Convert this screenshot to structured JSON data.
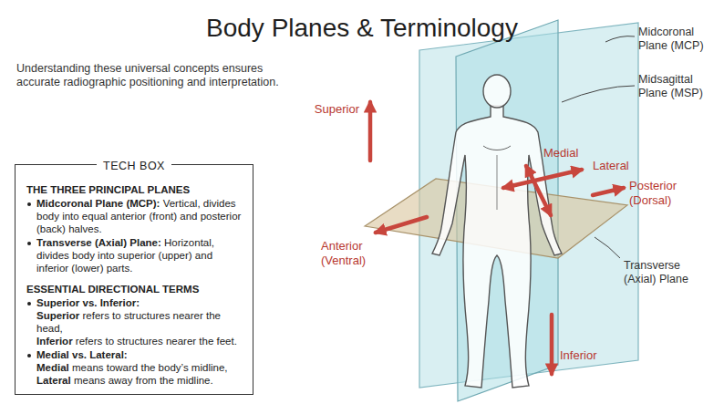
{
  "diagram": {
    "title": "Body Planes & Terminology",
    "nodes": [
      {
        "text": [
          "TECH BOX",
          "THE THREE PRINCIPAL PLANES",
          "Midcoronal Plane (MCP):",
          "Vertical, divides body into equal anterior (front) and posterior (back) halves.",
          "Transverse (Axial) Plane:",
          "Horizontal, divides body into superior (upper) and inferior (lower) parts.",
          "ESSENTIAL DIRECTIONAL TERMS",
          "Superior vs. Inferior:",
          "Superior",
          "refers to structures nearer the head,",
          "Inferior",
          "refers to structures nearer the feet.",
          "Medial vs. Lateral:",
          "Medial",
          "means toward the body’s midline,",
          "Lateral",
          "means away from the midline."
        ]
      }
    ],
    "labels": [
      "Understanding these universal concepts ensures accurate radiographic positioning and interpretation.",
      "Midcoronal Plane (MCP)",
      "Superior",
      "Midsagittal Plane (MSP)",
      "Medial",
      "Lateral",
      "Posterior (Dorsal)",
      "Anterior (Ventral)",
      "Transverse (Axial) Plane",
      "Inferior"
    ]
  }
}
